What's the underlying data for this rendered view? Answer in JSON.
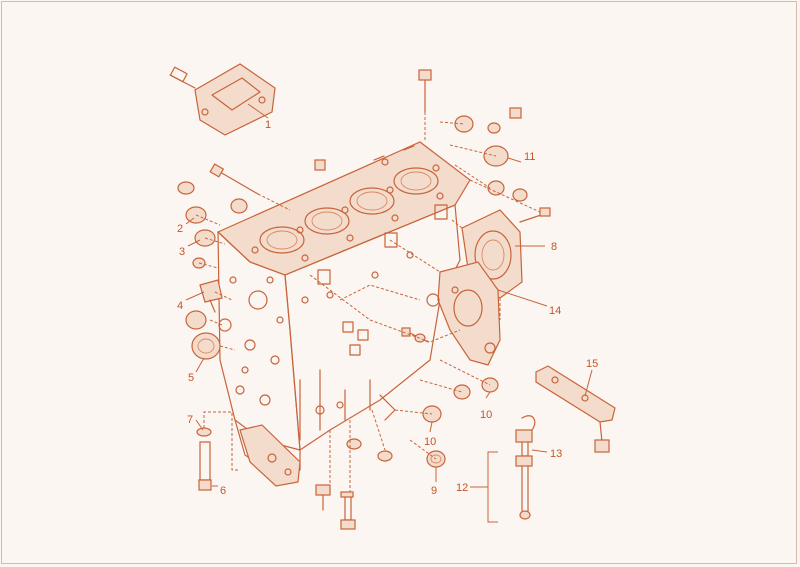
{
  "callouts": {
    "c1": "1",
    "c2": "2",
    "c3": "3",
    "c4": "4",
    "c5": "5",
    "c6": "6",
    "c7": "7",
    "c8": "8",
    "c9": "9",
    "c10a": "10",
    "c10b": "10",
    "c11": "11",
    "c12": "12",
    "c13": "13",
    "c14": "14",
    "c15": "15"
  },
  "colors": {
    "line": "#c8643a",
    "label": "#c4552a",
    "background": "#fbf6f2"
  }
}
